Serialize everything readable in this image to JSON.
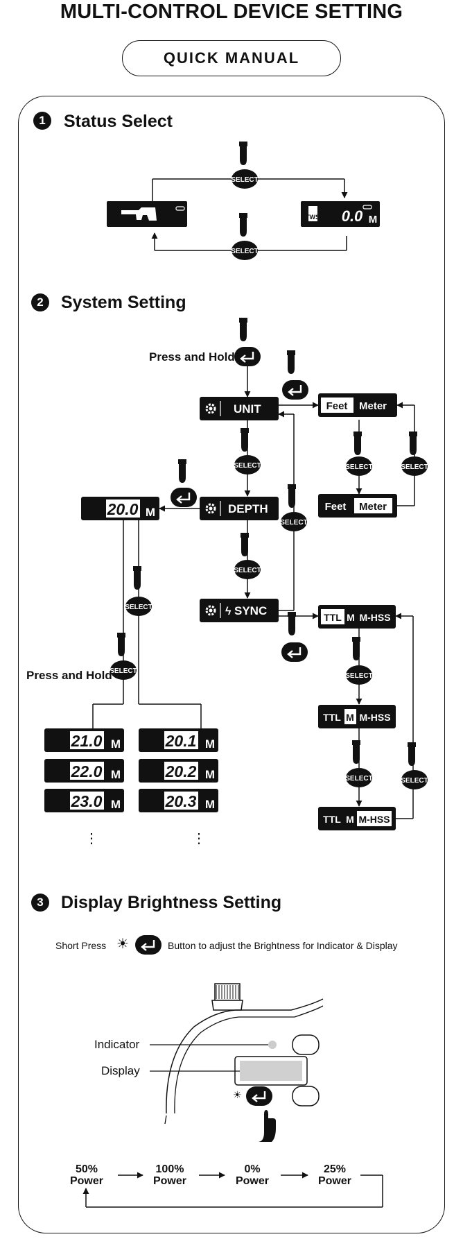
{
  "header": {
    "title": "MULTI-CONTROL DEVICE SETTING",
    "subtitle": "QUICK MANUAL"
  },
  "sections": [
    {
      "number": "1",
      "title": "Status Select"
    },
    {
      "number": "2",
      "title": "System Setting"
    },
    {
      "number": "3",
      "title": "Display Brightness Setting"
    }
  ],
  "buttons": {
    "select_label": "SELECT"
  },
  "status_select": {
    "display_value": "0.0",
    "display_unit": "M",
    "badge": "TWS"
  },
  "system_setting": {
    "press_hold_enter": "Press and Hold",
    "press_hold_select": "Press and Hold",
    "menu": [
      "UNIT",
      "DEPTH",
      "SYNC"
    ],
    "unit_feet": "Feet",
    "unit_meter": "Meter",
    "depth_value": "20.0",
    "depth_unit": "M",
    "depth_column_left": [
      "21.0",
      "22.0",
      "23.0"
    ],
    "depth_column_right": [
      "20.1",
      "20.2",
      "20.3"
    ],
    "ellipsis": "⋮",
    "sync_ttl": "TTL",
    "sync_m": "M",
    "sync_mhss": "M-HSS"
  },
  "brightness": {
    "instruction_prefix": "Short Press",
    "instruction_suffix": "Button to adjust the Brightness for Indicator & Display",
    "indicator_label": "Indicator",
    "display_label": "Display",
    "levels": [
      {
        "value": "50%",
        "unit": "Power"
      },
      {
        "value": "100%",
        "unit": "Power"
      },
      {
        "value": "0%",
        "unit": "Power"
      },
      {
        "value": "25%",
        "unit": "Power"
      }
    ]
  }
}
